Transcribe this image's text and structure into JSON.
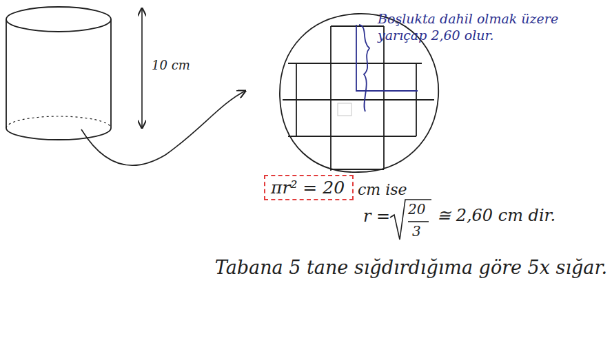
{
  "diagram": {
    "nodes": [
      {
        "text": [
          "πr² = 20"
        ]
      }
    ],
    "labels": [
      "10 cm",
      "Boşlukta dahil olmak üzere yarıçap 2,60 olur.",
      "cm ise",
      "r =",
      "20",
      "3",
      "≅ 2,60 cm dir.",
      "Tabana 5 tane sığdırdığıma göre 5x sığar."
    ]
  }
}
